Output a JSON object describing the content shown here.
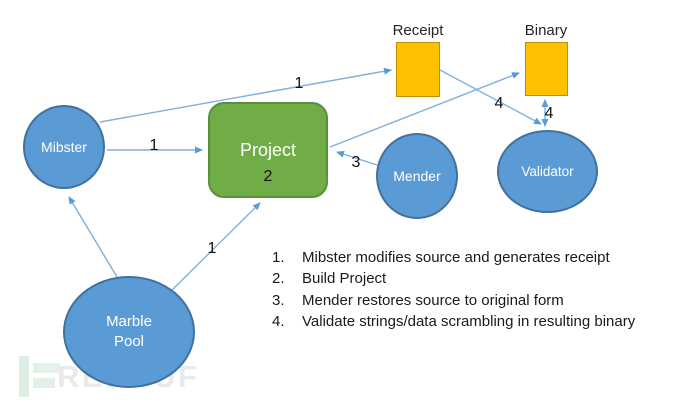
{
  "diagram": {
    "nodes": {
      "mibster": {
        "label": "Mibster"
      },
      "project": {
        "label": "Project",
        "number": "2"
      },
      "receipt": {
        "label": "Receipt"
      },
      "binary": {
        "label": "Binary"
      },
      "mender": {
        "label": "Mender"
      },
      "validator": {
        "label": "Validator"
      },
      "marble_pool": {
        "label": "Marble Pool"
      }
    },
    "edges": [
      {
        "from": "mibster",
        "to": "receipt",
        "label": "1"
      },
      {
        "from": "mibster",
        "to": "project",
        "label": "1"
      },
      {
        "from": "marble_pool",
        "to": "mibster",
        "label": ""
      },
      {
        "from": "marble_pool",
        "to": "project",
        "label": "1"
      },
      {
        "from": "mender",
        "to": "project",
        "label": "3"
      },
      {
        "from": "project",
        "to": "binary",
        "label": ""
      },
      {
        "from": "receipt",
        "to": "validator",
        "label": "4"
      },
      {
        "from": "binary",
        "to": "validator",
        "label": "4",
        "bidirectional": true
      }
    ],
    "colors": {
      "node_blue": "#5b9bd5",
      "node_blue_border": "#41719c",
      "node_green": "#70ad47",
      "node_green_border": "#5a8f3c",
      "node_orange": "#ffc000",
      "node_orange_border": "#bf9000",
      "arrow": "#7fafdd"
    }
  },
  "steps": {
    "items": [
      {
        "num": "1.",
        "text": "Mibster modifies source and generates receipt"
      },
      {
        "num": "2.",
        "text": "Build Project"
      },
      {
        "num": "3.",
        "text": "Mender restores source to original form"
      },
      {
        "num": "4.",
        "text": "Validate strings/data scrambling in resulting binary"
      }
    ]
  },
  "watermark": {
    "text": "REEBUF"
  }
}
